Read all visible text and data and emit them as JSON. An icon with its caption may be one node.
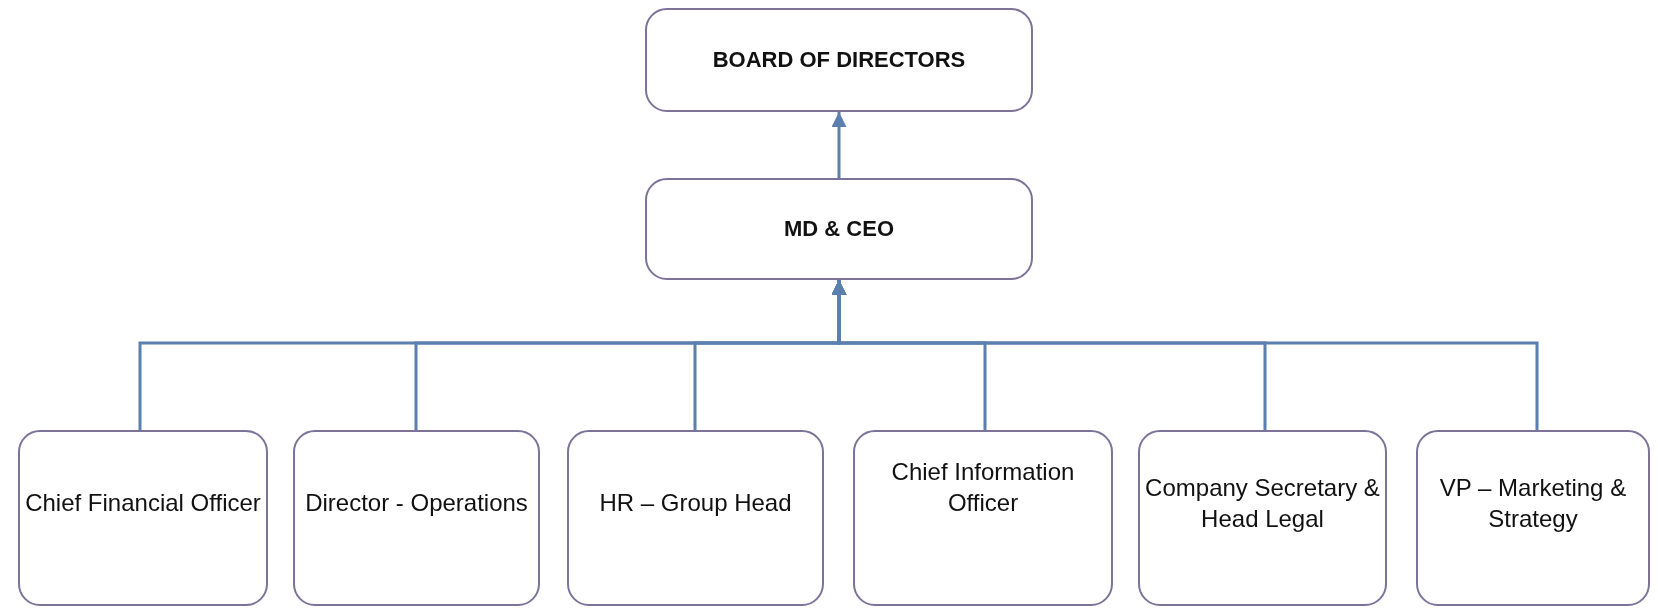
{
  "diagram": {
    "nodes": [
      {
        "text": [
          "BOARD OF DIRECTORS"
        ]
      },
      {
        "text": [
          "MD & CEO"
        ]
      },
      {
        "text": [
          "Chief Financial Officer"
        ]
      },
      {
        "text": [
          "Director - Operations"
        ]
      },
      {
        "text": [
          "HR – Group Head"
        ]
      },
      {
        "text": [
          "Chief Information Officer"
        ]
      },
      {
        "text": [
          "Company Secretary & Head Legal"
        ]
      },
      {
        "text": [
          "VP – Marketing & Strategy"
        ]
      }
    ],
    "edges": [
      {
        "from": 1,
        "to": 0,
        "arrow": "to"
      },
      {
        "from": 2,
        "to": 1,
        "arrow": "to"
      },
      {
        "from": 3,
        "to": 1,
        "arrow": "to"
      },
      {
        "from": 4,
        "to": 1,
        "arrow": "to"
      },
      {
        "from": 5,
        "to": 1,
        "arrow": "to"
      },
      {
        "from": 6,
        "to": 1,
        "arrow": "to"
      },
      {
        "from": 7,
        "to": 1,
        "arrow": "to"
      }
    ]
  }
}
